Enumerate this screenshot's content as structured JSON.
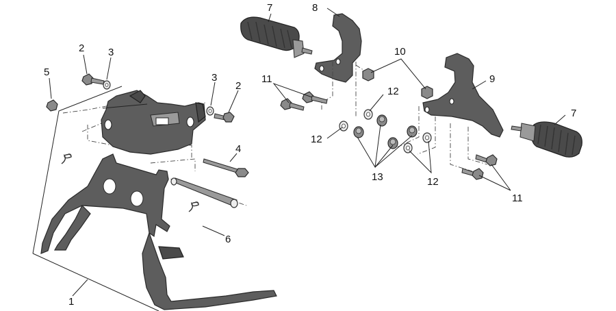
{
  "callouts": [
    {
      "id": "c1",
      "text": "1"
    },
    {
      "id": "c2a",
      "text": "2"
    },
    {
      "id": "c2b",
      "text": "2"
    },
    {
      "id": "c3a",
      "text": "3"
    },
    {
      "id": "c3b",
      "text": "3"
    },
    {
      "id": "c4",
      "text": "4"
    },
    {
      "id": "c5",
      "text": "5"
    },
    {
      "id": "c6",
      "text": "6"
    },
    {
      "id": "c7a",
      "text": "7"
    },
    {
      "id": "c7b",
      "text": "7"
    },
    {
      "id": "c8",
      "text": "8"
    },
    {
      "id": "c9",
      "text": "9"
    },
    {
      "id": "c10",
      "text": "10"
    },
    {
      "id": "c11a",
      "text": "11"
    },
    {
      "id": "c11b",
      "text": "11"
    },
    {
      "id": "c12a",
      "text": "12"
    },
    {
      "id": "c12b",
      "text": "12"
    },
    {
      "id": "c12c",
      "text": "12"
    },
    {
      "id": "c13",
      "text": "13"
    }
  ]
}
